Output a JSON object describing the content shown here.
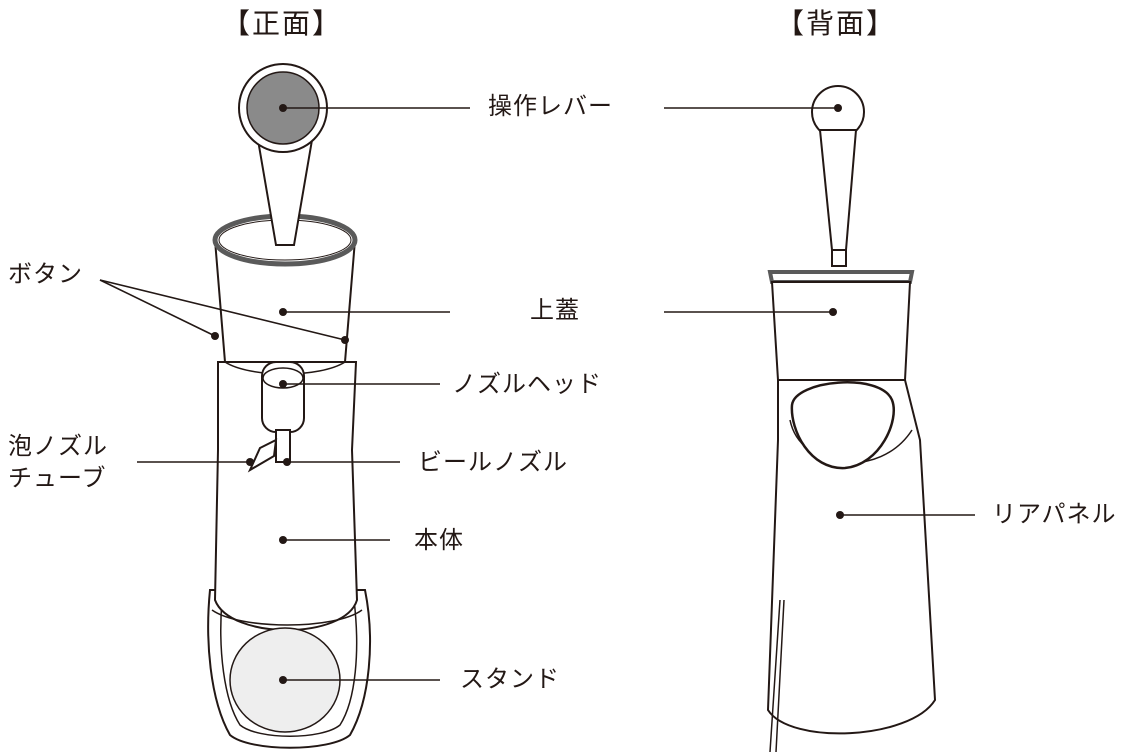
{
  "titles": {
    "front": "【正面】",
    "back": "【背面】"
  },
  "labels": {
    "lever": "操作レバー",
    "button": "ボタン",
    "lid": "上蓋",
    "nozzle_head": "ノズルヘッド",
    "foam_tube_line1": "泡ノズル",
    "foam_tube_line2": "チューブ",
    "beer_nozzle": "ビールノズル",
    "body": "本体",
    "rear_panel": "リアパネル",
    "stand": "スタンド"
  },
  "colors": {
    "ink": "#231815",
    "lever_knob": "#8a8a8a",
    "lid_rim": "#5a5a5a",
    "stand_window": "#eeeeee"
  }
}
